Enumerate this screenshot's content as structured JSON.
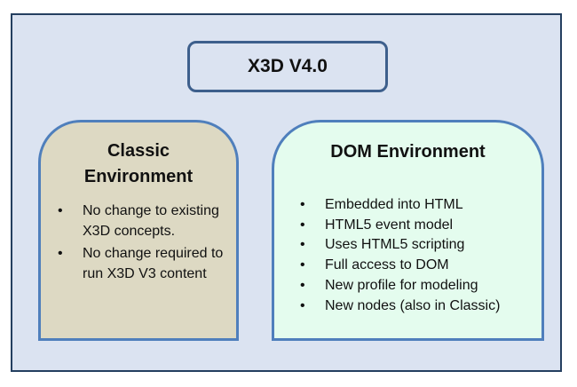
{
  "title": "X3D V4.0",
  "classic": {
    "heading_line1": "Classic",
    "heading_line2": "Environment",
    "bullets": [
      "No change to existing X3D concepts.",
      "No change required to run X3D V3 content"
    ]
  },
  "dom": {
    "heading": "DOM Environment",
    "bullets": [
      "Embedded into HTML",
      "HTML5 event model",
      "Uses HTML5 scripting",
      "Full access to DOM",
      "New profile for modeling",
      "New nodes (also in Classic)"
    ]
  },
  "colors": {
    "background": "#dbe3f1",
    "outer_border": "#243f60",
    "title_border": "#3d5f8c",
    "panel_border": "#4f7fbc",
    "classic_fill": "#ddd9c3",
    "dom_fill": "#e4fcee"
  }
}
